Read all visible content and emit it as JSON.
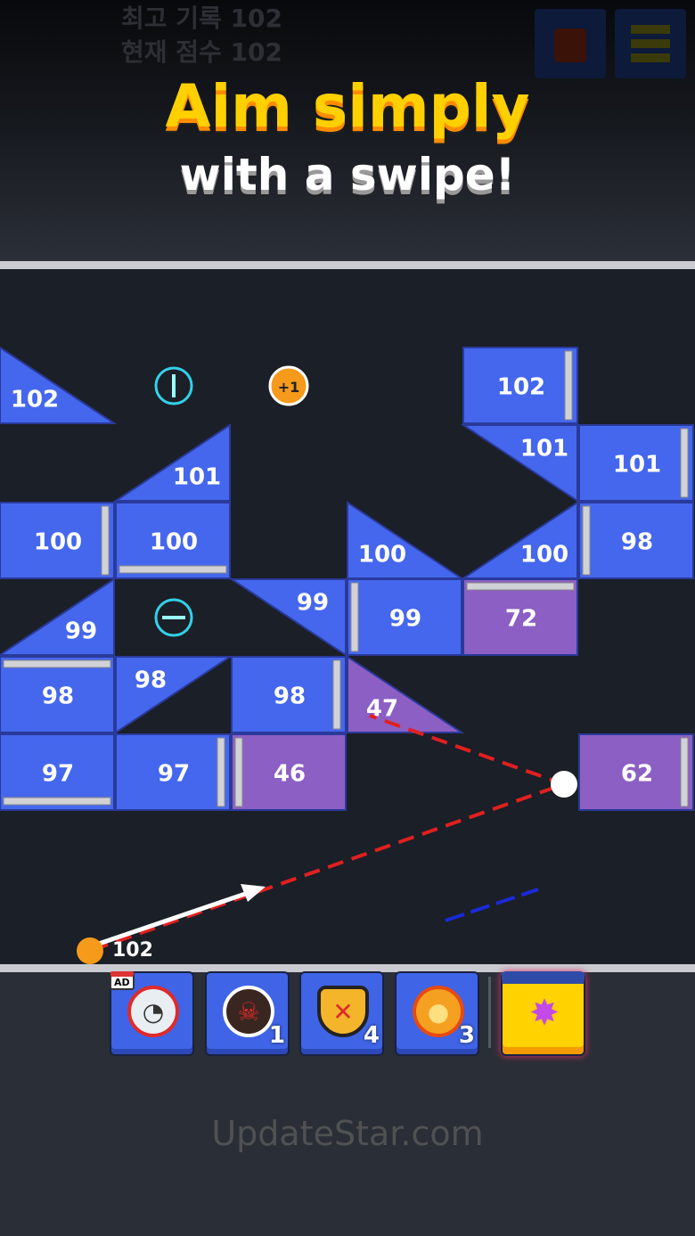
{
  "header": {
    "best_score_label": "최고 기록 102",
    "current_score_label": "현재 점수 102",
    "headline": "Aim simply",
    "subheadline": "with a swipe!",
    "buttons": [
      {
        "icon": "gift-icon"
      },
      {
        "icon": "menu-icon"
      }
    ]
  },
  "game": {
    "blocks": [
      {
        "value": "102",
        "color": "blue"
      },
      {
        "value": "102",
        "color": "blue"
      },
      {
        "value": "101",
        "color": "blue"
      },
      {
        "value": "101",
        "color": "blue"
      },
      {
        "value": "101",
        "color": "blue"
      },
      {
        "value": "100",
        "color": "blue"
      },
      {
        "value": "100",
        "color": "blue"
      },
      {
        "value": "100",
        "color": "blue"
      },
      {
        "value": "100",
        "color": "blue"
      },
      {
        "value": "98",
        "color": "blue"
      },
      {
        "value": "99",
        "color": "blue"
      },
      {
        "value": "99",
        "color": "blue"
      },
      {
        "value": "99",
        "color": "blue"
      },
      {
        "value": "72",
        "color": "purple"
      },
      {
        "value": "98",
        "color": "blue"
      },
      {
        "value": "98",
        "color": "blue"
      },
      {
        "value": "98",
        "color": "blue"
      },
      {
        "value": "47",
        "color": "purple"
      },
      {
        "value": "97",
        "color": "blue"
      },
      {
        "value": "97",
        "color": "blue"
      },
      {
        "value": "46",
        "color": "purple"
      },
      {
        "value": "62",
        "color": "purple"
      }
    ],
    "plus_one_label": "+1",
    "ball_count": "102",
    "colors": {
      "blue": "#4567ee",
      "purple": "#8c5fc4",
      "aim": "#e02020"
    }
  },
  "tools": [
    {
      "name": "time-stop",
      "icon": "stopwatch-icon",
      "badge": "AD",
      "count": ""
    },
    {
      "name": "bomb",
      "icon": "skull-bomb-icon",
      "count": "1"
    },
    {
      "name": "shield",
      "icon": "shield-x-icon",
      "count": "4"
    },
    {
      "name": "fireball",
      "icon": "fireball-icon",
      "count": "3"
    },
    {
      "name": "laser",
      "icon": "laser-burst-icon",
      "count": ""
    }
  ],
  "watermark": "UpdateStar.com"
}
